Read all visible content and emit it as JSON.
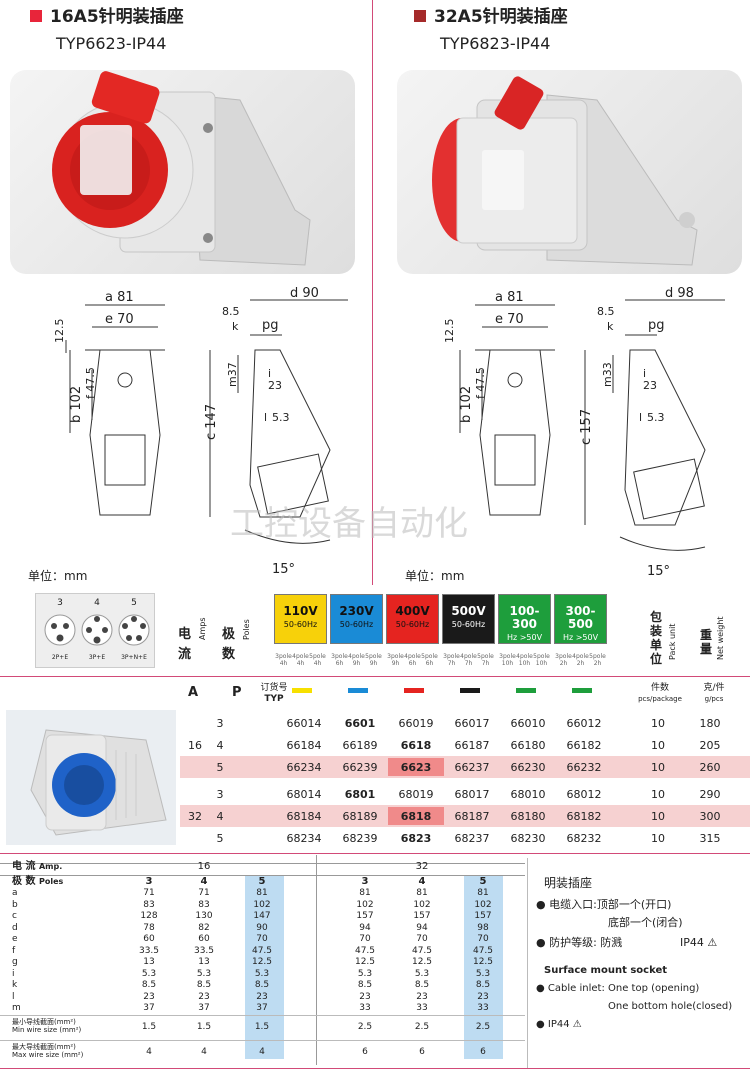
{
  "products": [
    {
      "title": "16A5针明装插座",
      "model": "TYP6623-IP44",
      "color": "#e8253a"
    },
    {
      "title": "32A5针明装插座",
      "model": "TYP6823-IP44",
      "color": "#a52a2a"
    }
  ],
  "unit_label": "单位：mm",
  "watermark": "工控设备自动化",
  "drawings": {
    "left": {
      "a": "a 81",
      "e": "e 70",
      "g": "12.5",
      "b": "b 102",
      "f": "f 47.5",
      "k8": "8.5",
      "k": "k",
      "d": "d 90",
      "pg": "pg",
      "m": "m37",
      "i": "i",
      "i23": "23",
      "l": "l",
      "l53": "5.3",
      "c": "c 147",
      "angle": "15°"
    },
    "right": {
      "a": "a 81",
      "e": "e 70",
      "g": "12.5",
      "b": "b 102",
      "f": "f 47.5",
      "k8": "8.5",
      "k": "k",
      "d": "d 98",
      "pg": "pg",
      "m": "m33",
      "i": "i",
      "i23": "23",
      "l": "l",
      "l53": "5.3",
      "c": "c 157",
      "angle": "15°"
    }
  },
  "pins": [
    {
      "n": "3",
      "label": "2P+E"
    },
    {
      "n": "4",
      "label": "3P+E"
    },
    {
      "n": "5",
      "label": "3P+N+E"
    }
  ],
  "header": {
    "current": "电流",
    "current_en": "Amps",
    "poles": "极数",
    "poles_en": "Poles",
    "pack": "包装单位",
    "pack_en": "Pack unit",
    "weight": "重量",
    "weight_en": "Net weight"
  },
  "voltages": [
    {
      "v": "110V",
      "hz": "50-60Hz",
      "bg": "#f7d10a",
      "fg": "#111",
      "sub": [
        "3pole 4h",
        "4pole 4h",
        "5pole 4h"
      ]
    },
    {
      "v": "230V",
      "hz": "50-60Hz",
      "bg": "#1a8bd6",
      "fg": "#111",
      "sub": [
        "3pole 6h",
        "4pole 9h",
        "5pole 9h"
      ]
    },
    {
      "v": "400V",
      "hz": "50-60Hz",
      "bg": "#e52420",
      "fg": "#111",
      "sub": [
        "3pole 9h",
        "4pole 6h",
        "5pole 6h"
      ]
    },
    {
      "v": "500V",
      "hz": "50-60Hz",
      "bg": "#1a1a1a",
      "fg": "#fff",
      "sub": [
        "3pole 7h",
        "4pole 7h",
        "5pole 7h"
      ]
    },
    {
      "v": "100-300",
      "hz": "Hz >50V",
      "bg": "#1e9e3c",
      "fg": "#fff",
      "sub": [
        "3pole 10h",
        "4pole 10h",
        "5pole 10h"
      ]
    },
    {
      "v": "300-500",
      "hz": "Hz >50V",
      "bg": "#1e9e3c",
      "fg": "#fff",
      "sub": [
        "3pole 2h",
        "4pole 2h",
        "5pole 2h"
      ]
    }
  ],
  "table_head": {
    "A": "A",
    "P": "P",
    "order": "订货号",
    "typ": "TYP",
    "pcs": "件数",
    "pcs_en": "pcs/package",
    "kg": "克/件",
    "kg_en": "g/pcs"
  },
  "swatches": [
    "#f7e000",
    "#1a8bd6",
    "#e52420",
    "#1a1a1a",
    "#1e9e3c",
    "#1e9e3c"
  ],
  "groups": [
    {
      "amp": "16",
      "rows": [
        {
          "p": "3",
          "codes": [
            "66014",
            "6601",
            "66019",
            "66017",
            "66010",
            "66012"
          ],
          "pack": "10",
          "w": "180",
          "bold": 1,
          "hl": false
        },
        {
          "p": "4",
          "codes": [
            "66184",
            "66189",
            "6618",
            "66187",
            "66180",
            "66182"
          ],
          "pack": "10",
          "w": "205",
          "bold": 2,
          "hl": false
        },
        {
          "p": "5",
          "codes": [
            "66234",
            "66239",
            "6623",
            "66237",
            "66230",
            "66232"
          ],
          "pack": "10",
          "w": "260",
          "bold": 2,
          "hl": true
        }
      ]
    },
    {
      "amp": "32",
      "rows": [
        {
          "p": "3",
          "codes": [
            "68014",
            "6801",
            "68019",
            "68017",
            "68010",
            "68012"
          ],
          "pack": "10",
          "w": "290",
          "bold": 1,
          "hl": false
        },
        {
          "p": "4",
          "codes": [
            "68184",
            "68189",
            "6818",
            "68187",
            "68180",
            "68182"
          ],
          "pack": "10",
          "w": "300",
          "bold": 2,
          "hl": true
        },
        {
          "p": "5",
          "codes": [
            "68234",
            "68239",
            "6823",
            "68237",
            "68230",
            "68232"
          ],
          "pack": "10",
          "w": "315",
          "bold": 2,
          "hl": false
        }
      ]
    }
  ],
  "spec": {
    "amp_label": "电 流",
    "amp_en": "Amp.",
    "pole_label": "极 数",
    "pole_en": "Poles",
    "amps": [
      "16",
      "32"
    ],
    "poles": [
      "3",
      "4",
      "5",
      "3",
      "4",
      "5"
    ],
    "rows": [
      {
        "k": "a",
        "v": [
          "71",
          "71",
          "81",
          "81",
          "81",
          "81"
        ]
      },
      {
        "k": "b",
        "v": [
          "83",
          "83",
          "102",
          "102",
          "102",
          "102"
        ]
      },
      {
        "k": "c",
        "v": [
          "128",
          "130",
          "147",
          "157",
          "157",
          "157"
        ]
      },
      {
        "k": "d",
        "v": [
          "78",
          "82",
          "90",
          "94",
          "94",
          "98"
        ]
      },
      {
        "k": "e",
        "v": [
          "60",
          "60",
          "70",
          "70",
          "70",
          "70"
        ]
      },
      {
        "k": "f",
        "v": [
          "33.5",
          "33.5",
          "47.5",
          "47.5",
          "47.5",
          "47.5"
        ]
      },
      {
        "k": "g",
        "v": [
          "13",
          "13",
          "12.5",
          "12.5",
          "12.5",
          "12.5"
        ]
      },
      {
        "k": "i",
        "v": [
          "5.3",
          "5.3",
          "5.3",
          "5.3",
          "5.3",
          "5.3"
        ]
      },
      {
        "k": "k",
        "v": [
          "8.5",
          "8.5",
          "8.5",
          "8.5",
          "8.5",
          "8.5"
        ]
      },
      {
        "k": "l",
        "v": [
          "23",
          "23",
          "23",
          "23",
          "23",
          "23"
        ]
      },
      {
        "k": "m",
        "v": [
          "37",
          "37",
          "37",
          "33",
          "33",
          "33"
        ]
      }
    ],
    "min_wire": "最小导线截面(mm²)",
    "min_wire_en": "Min wire size (mm²)",
    "min_wire_v": [
      "1.5",
      "1.5",
      "1.5",
      "2.5",
      "2.5",
      "2.5"
    ],
    "max_wire": "最大导线截面(mm²)",
    "max_wire_en": "Max wire size (mm²)",
    "max_wire_v": [
      "4",
      "4",
      "4",
      "6",
      "6",
      "6"
    ]
  },
  "notes": {
    "cn_title": "明装插座",
    "cn_inlet": "电缆入口:顶部一个(开口)",
    "cn_inlet2": "底部一个(闭合)",
    "cn_ip": "防护等级:  防溅",
    "cn_ip_code": "IP44 ⚠",
    "en_title": "Surface mount socket",
    "en_inlet": "Cable inlet: One top (opening)",
    "en_inlet2": "One bottom hole(closed)",
    "en_ip": "IP44 ⚠"
  }
}
